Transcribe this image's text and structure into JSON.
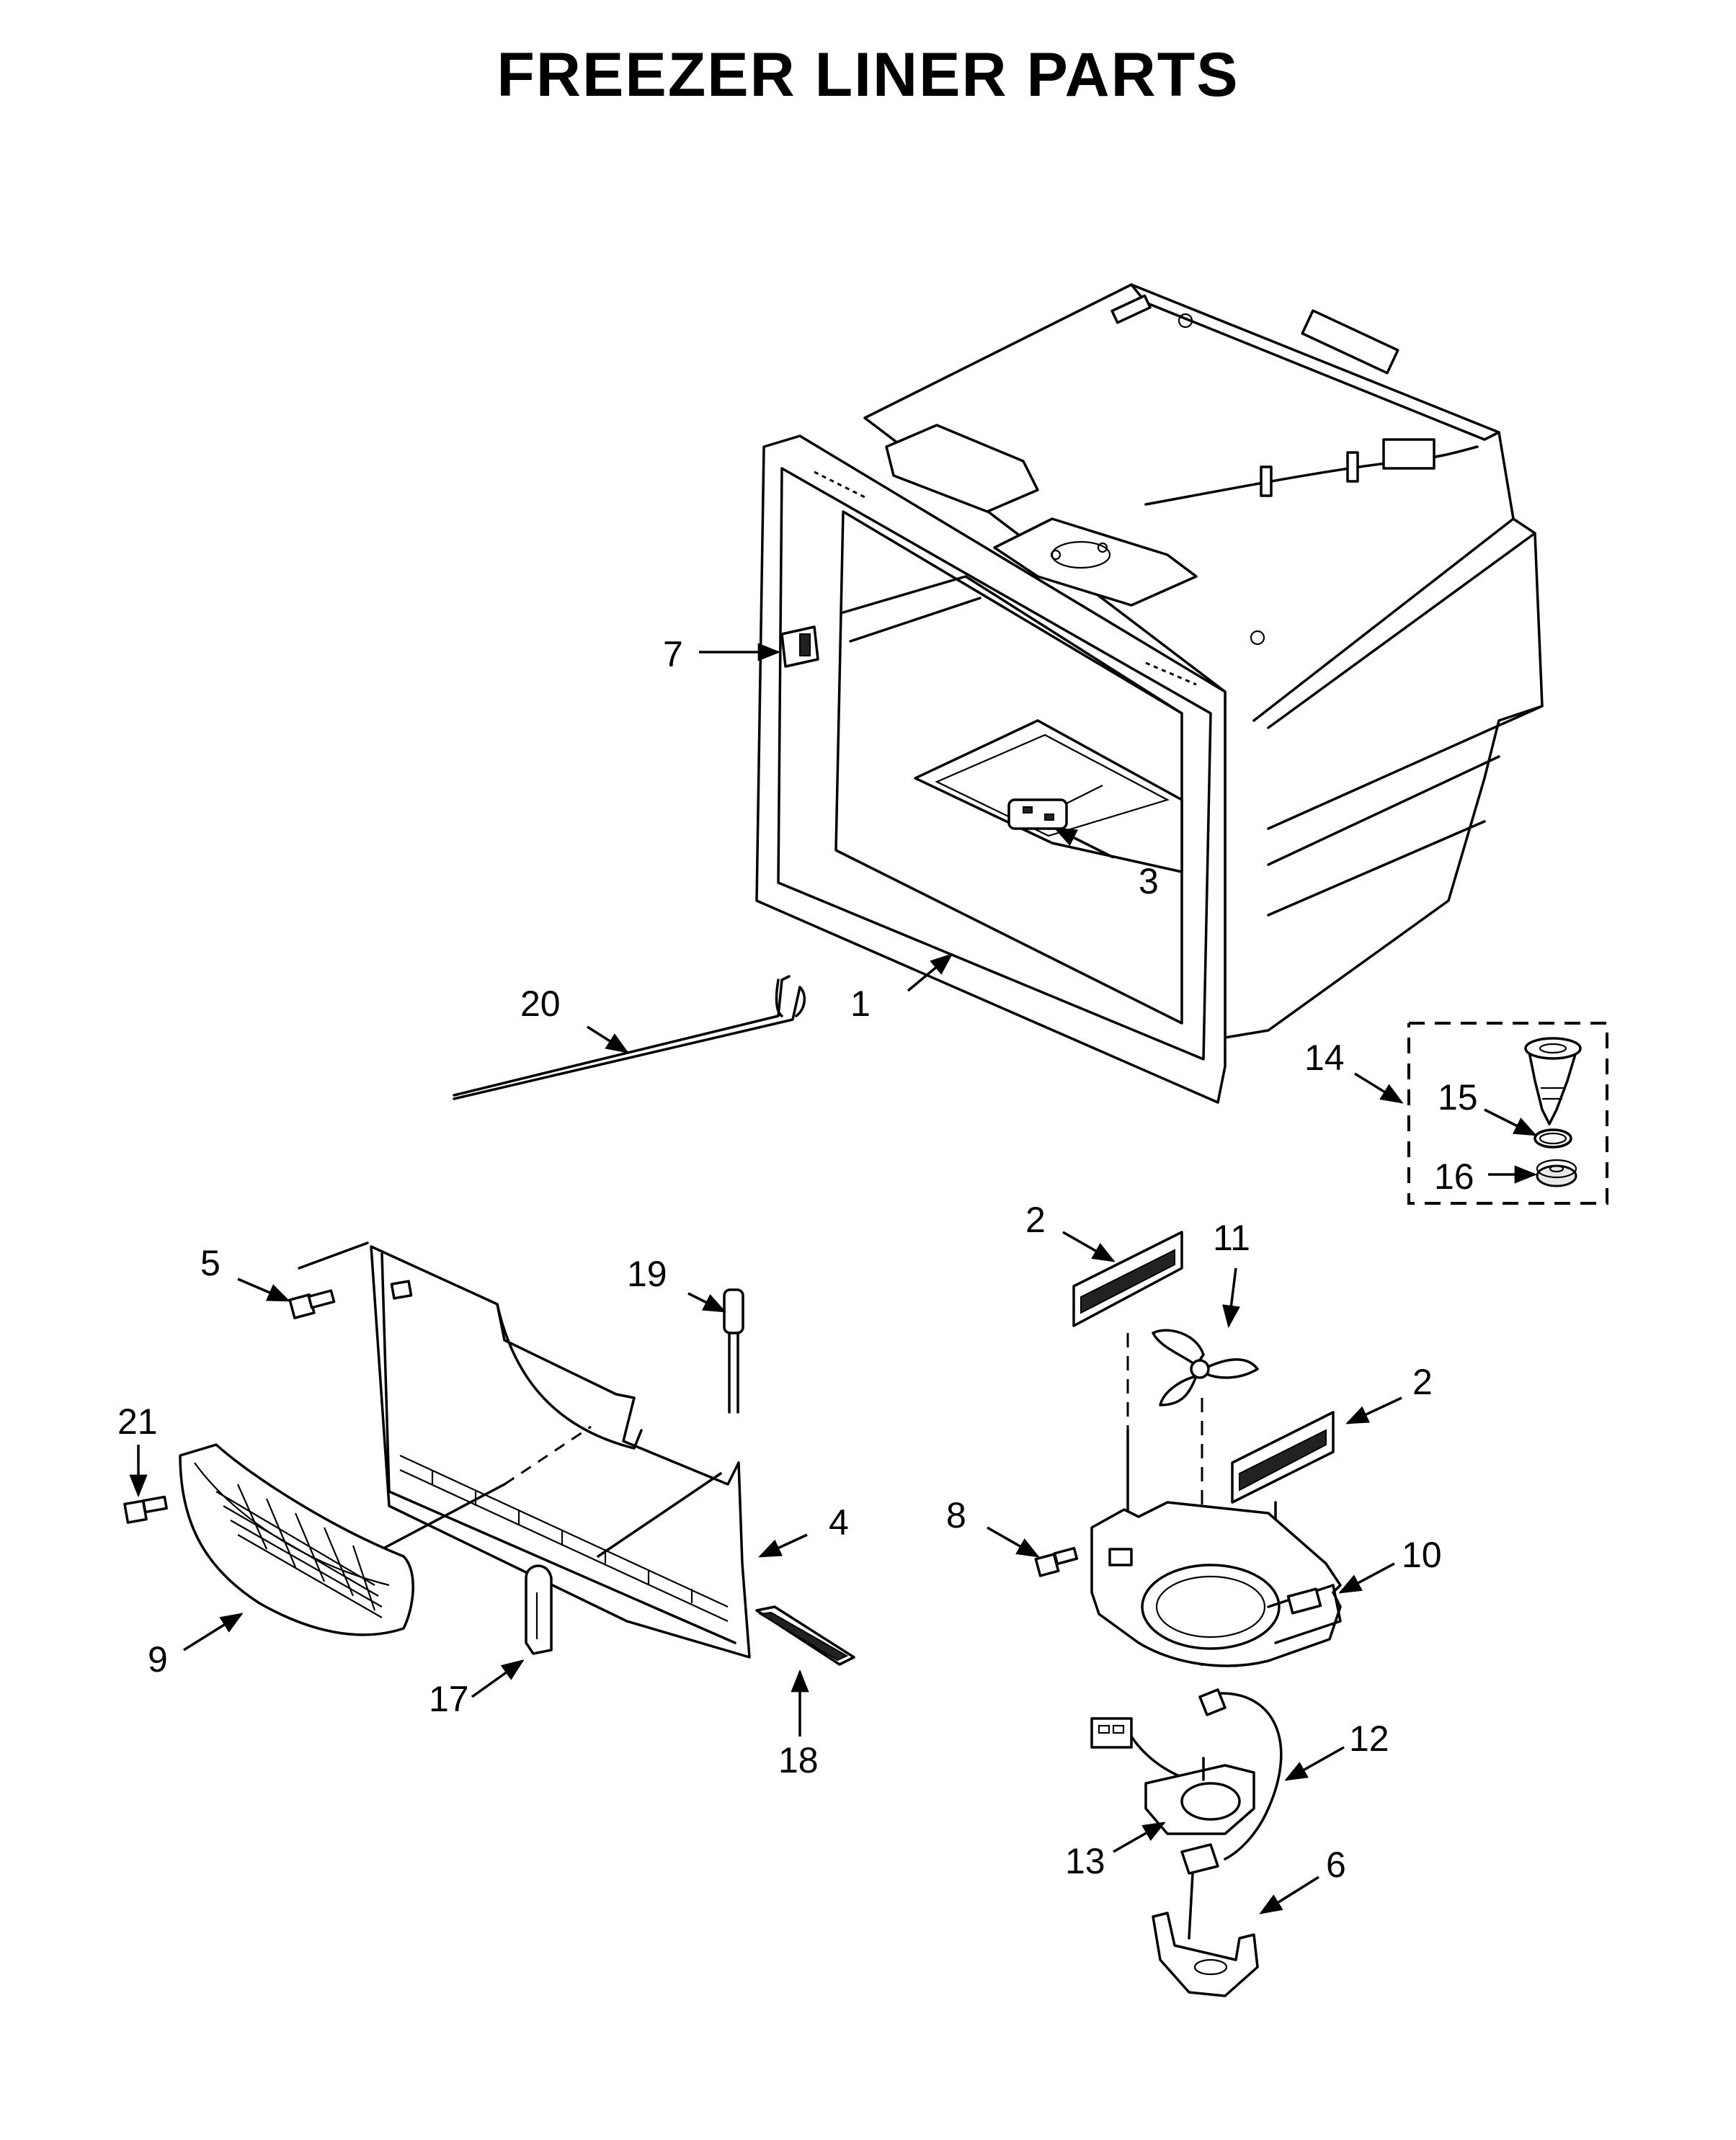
{
  "title": "FREEZER LINER PARTS",
  "callouts": {
    "c1": "1",
    "c2a": "2",
    "c2b": "2",
    "c3": "3",
    "c4": "4",
    "c5": "5",
    "c6": "6",
    "c7": "7",
    "c8": "8",
    "c9": "9",
    "c10": "10",
    "c11": "11",
    "c12": "12",
    "c13": "13",
    "c14": "14",
    "c15": "15",
    "c16": "16",
    "c17": "17",
    "c18": "18",
    "c19": "19",
    "c20": "20",
    "c21": "21"
  }
}
